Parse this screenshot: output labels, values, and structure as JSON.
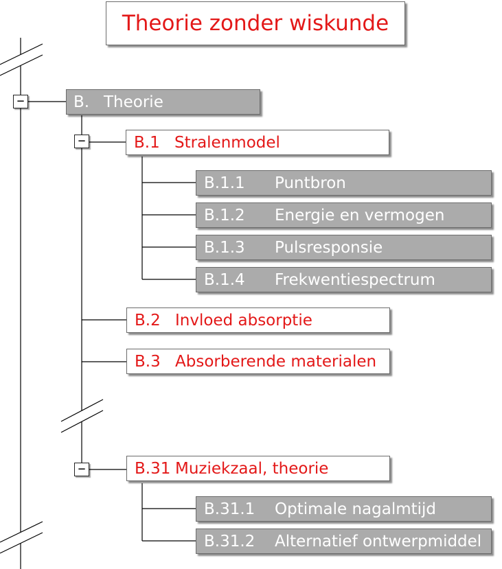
{
  "title": "Theorie zonder wiskunde",
  "toggle_glyph": "−",
  "root": {
    "code": "B.",
    "label": "Theorie"
  },
  "sections": [
    {
      "code": "B.1",
      "label": "Stralenmodel"
    },
    {
      "code": "B.2",
      "label": "Invloed absorptie"
    },
    {
      "code": "B.3",
      "label": "Absorberende materialen"
    },
    {
      "code": "B.31",
      "label": "Muziekzaal, theorie"
    }
  ],
  "b1_children": [
    {
      "code": "B.1.1",
      "label": "Puntbron"
    },
    {
      "code": "B.1.2",
      "label": "Energie en vermogen"
    },
    {
      "code": "B.1.3",
      "label": "Pulsresponsie"
    },
    {
      "code": "B.1.4",
      "label": "Frekwentiespectrum"
    }
  ],
  "b31_children": [
    {
      "code": "B.31.1",
      "label": "Optimale nagalmtijd"
    },
    {
      "code": "B.31.2",
      "label": "Alternatief ontwerpmiddel"
    }
  ],
  "colors": {
    "section_text": "#e31818",
    "leaf_fill": "#ababab",
    "leaf_text": "#ffffff"
  }
}
